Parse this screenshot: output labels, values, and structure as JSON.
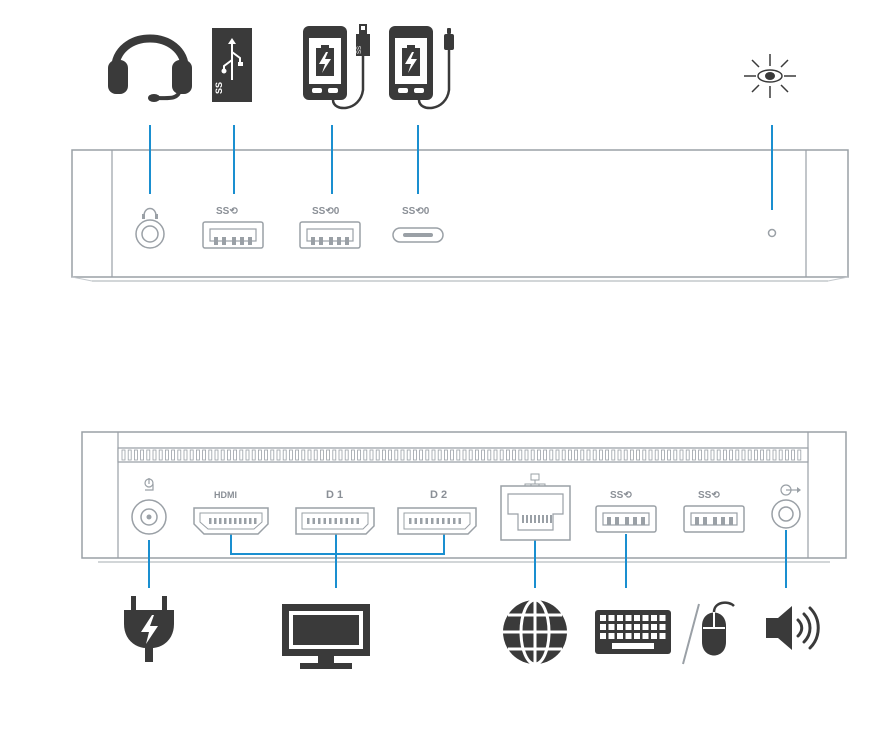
{
  "colors": {
    "leader_line": "#1a8fd0",
    "icon": "#3a3a3a",
    "device_edge": "#9aa0a6",
    "port_label": "#8a8f96"
  },
  "front_panel": {
    "ports": [
      {
        "name": "headset",
        "icon": "headset-icon"
      },
      {
        "name": "usb-3-storage",
        "icon": "usb-stick-icon"
      },
      {
        "name": "usb-3-powershare",
        "icon": "phone-usb-a-icon",
        "label": "SS⟲0"
      },
      {
        "name": "usb-c",
        "icon": "phone-usb-c-icon",
        "label": "SS⟲0"
      },
      {
        "name": "power-led",
        "icon": "led-light-icon"
      }
    ],
    "usb_label": "SS⟲"
  },
  "rear_panel": {
    "ports": [
      {
        "name": "power-in",
        "icon": "power-plug-icon"
      },
      {
        "name": "hdmi",
        "label": "HDMI",
        "icon": "monitor-icon"
      },
      {
        "name": "displayport-1",
        "label": "D 1",
        "icon": "monitor-icon"
      },
      {
        "name": "displayport-2",
        "label": "D 2",
        "icon": "monitor-icon"
      },
      {
        "name": "ethernet",
        "icon": "globe-icon"
      },
      {
        "name": "usb-3-a",
        "label": "SS⟲",
        "icon": "keyboard-icon"
      },
      {
        "name": "usb-3-b",
        "label": "SS⟲",
        "icon": "mouse-icon"
      },
      {
        "name": "audio-out",
        "icon": "speaker-icon"
      }
    ]
  }
}
